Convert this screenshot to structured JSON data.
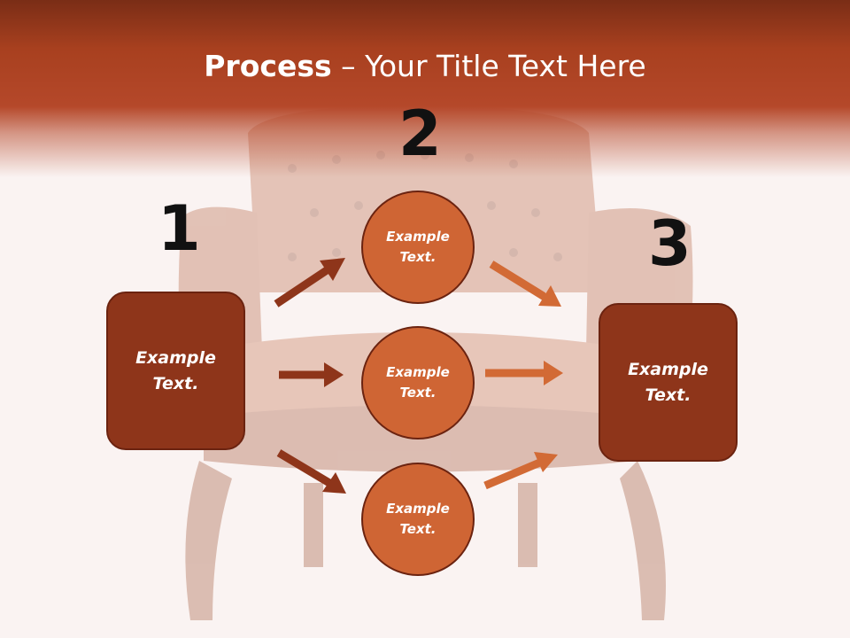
{
  "title": {
    "bold": "Process",
    "rest": " – Your Title Text Here"
  },
  "steps": [
    {
      "number": "1",
      "text": "Example Text."
    },
    {
      "number": "2",
      "text": "Example Text."
    },
    {
      "number": "3",
      "text": "Example Text."
    }
  ],
  "circles": [
    {
      "text": "Example Text."
    },
    {
      "text": "Example Text."
    },
    {
      "text": "Example Text."
    }
  ],
  "colors": {
    "dark_arrow": "#8e351a",
    "light_arrow": "#d26a35",
    "circle": "#cf6534",
    "box": "#8e351a"
  }
}
